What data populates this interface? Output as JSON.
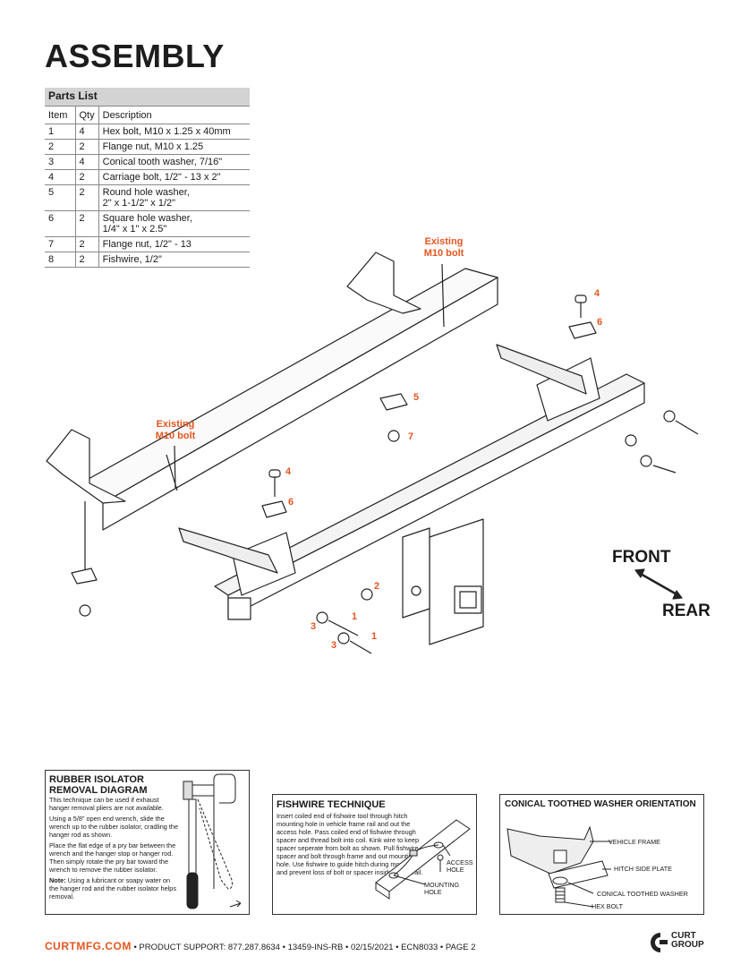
{
  "page": {
    "title": "ASSEMBLY"
  },
  "parts_list": {
    "heading": "Parts List",
    "columns": [
      "Item",
      "Qty",
      "Description"
    ],
    "rows": [
      {
        "item": "1",
        "qty": "4",
        "description": "Hex bolt, M10 x 1.25 x 40mm"
      },
      {
        "item": "2",
        "qty": "2",
        "description": "Flange nut, M10 x 1.25"
      },
      {
        "item": "3",
        "qty": "4",
        "description": "Conical tooth washer, 7/16\""
      },
      {
        "item": "4",
        "qty": "2",
        "description": "Carriage bolt, 1/2\" - 13 x 2\""
      },
      {
        "item": "5",
        "qty": "2",
        "description": "Round hole washer,\n2\" x 1-1/2\" x 1/2\""
      },
      {
        "item": "6",
        "qty": "2",
        "description": "Square hole washer,\n1/4\" x 1\" x 2.5\""
      },
      {
        "item": "7",
        "qty": "2",
        "description": "Flange nut, 1/2\" - 13"
      },
      {
        "item": "8",
        "qty": "2",
        "description": "Fishwire, 1/2\""
      }
    ]
  },
  "diagram": {
    "callout_existing_bolt": "Existing\nM10 bolt",
    "numbers": {
      "n1": "1",
      "n2": "2",
      "n3": "3",
      "n4": "4",
      "n5": "5",
      "n6": "6",
      "n7": "7"
    },
    "front_label": "FRONT",
    "rear_label": "REAR",
    "accent_color": "#e5561f"
  },
  "rubber_isolator": {
    "title": "RUBBER ISOLATOR\nREMOVAL DIAGRAM",
    "p1": "This technique can be used if exhaust hanger removal pliers are not available.",
    "p2": "Using a 5/8\" open end wrench, slide the wrench up to the rubber isolator, cradling the hanger rod as shown.",
    "p3": "Place the flat edge of a pry bar between the wrench and the hanger stop or hanger rod. Then simply rotate the pry bar toward the wrench to remove the rubber isolator.",
    "note_label": "Note:",
    "note": " Using a lubricant or soapy water on the hanger rod and the rubber isolator helps removal."
  },
  "fishwire": {
    "title": "FISHWIRE TECHNIQUE",
    "text": "Insert coiled end of fishwire tool through hitch mounting hole in vehicle frame rail and out the access hole. Pass coiled end of fishwire through spacer and thread bolt into coil. Kink wire to keep spacer seperate from bolt as shown. Pull fishwire, spacer and bolt through frame and out mounting hole. Use fishwire to guide hitch during mounting and prevent loss of bolt or spacer inside frame rail.",
    "label_access": "ACCESS\nHOLE",
    "label_mounting": "MOUNTING\nHOLE"
  },
  "washer_orientation": {
    "title": "CONICAL TOOTHED WASHER ORIENTATION",
    "labels": {
      "vehicle_frame": "VEHICLE FRAME",
      "hitch_side_plate": "HITCH SIDE PLATE",
      "conical_washer": "CONICAL TOOTHED WASHER",
      "hex_bolt": "HEX BOLT"
    }
  },
  "footer": {
    "brand": "CURTMFG.COM",
    "text": " •  PRODUCT SUPPORT: 877.287.8634  •  13459-INS-RB  •  02/15/2021  •  ECN8033  •  PAGE 2",
    "logo_text": "CURT\nGROUP"
  }
}
